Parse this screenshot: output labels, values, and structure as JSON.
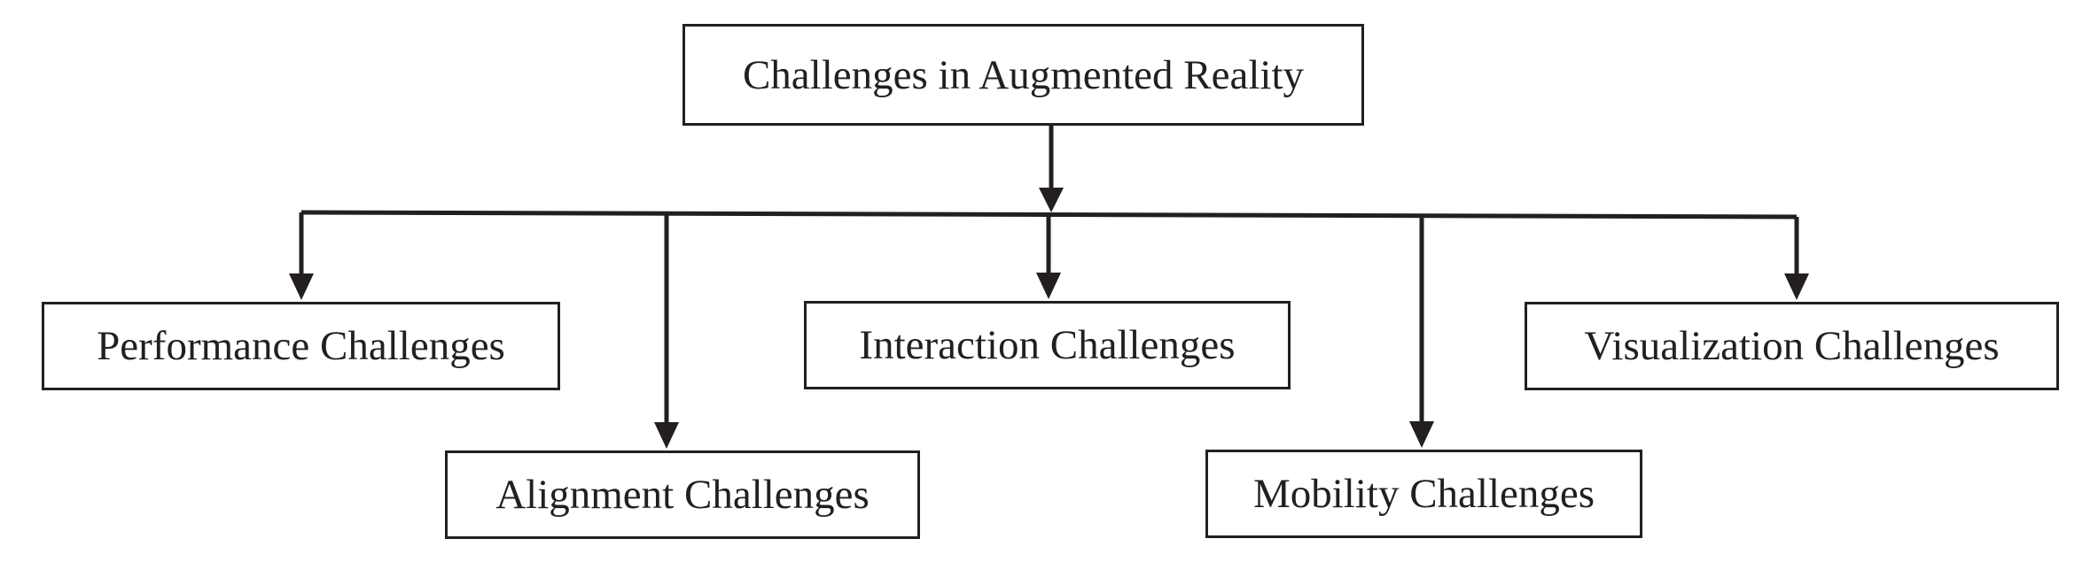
{
  "diagram": {
    "root": {
      "label": "Challenges in Augmented Reality"
    },
    "children": [
      {
        "id": "performance",
        "label": "Performance Challenges"
      },
      {
        "id": "alignment",
        "label": "Alignment Challenges"
      },
      {
        "id": "interaction",
        "label": "Interaction Challenges"
      },
      {
        "id": "mobility",
        "label": "Mobility Challenges"
      },
      {
        "id": "visualization",
        "label": "Visualization Challenges"
      }
    ],
    "colors": {
      "stroke": "#231f20",
      "background": "#ffffff"
    }
  }
}
